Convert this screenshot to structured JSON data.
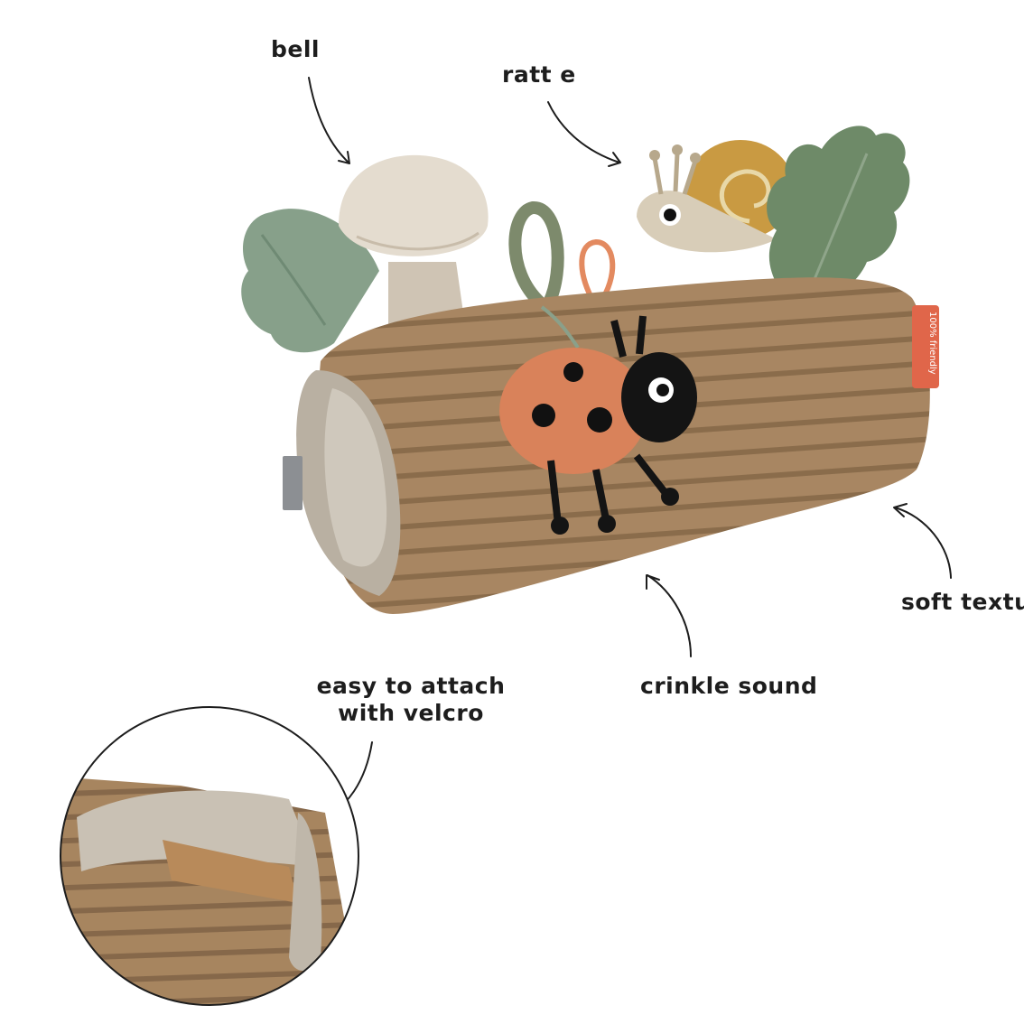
{
  "labels": {
    "bell": "bell",
    "rattle": "ratt e",
    "soft_texture": "soft textu",
    "crinkle_sound": "crinkle sound",
    "velcro_line1": "easy to attach",
    "velcro_line2": "with velcro"
  },
  "badge": "100% friendly",
  "colors": {
    "log": "#a88662",
    "log_dark": "#7f6243",
    "ladybug": "#d9825a",
    "leaf": "#6e8a68",
    "mushroom": "#e4dccf",
    "snail_shell": "#c99a42",
    "badge": "#e0664a"
  },
  "icons": [
    "arrow-icon",
    "ladybug",
    "snail",
    "mushroom",
    "oak-leaf",
    "clover-leaf"
  ]
}
